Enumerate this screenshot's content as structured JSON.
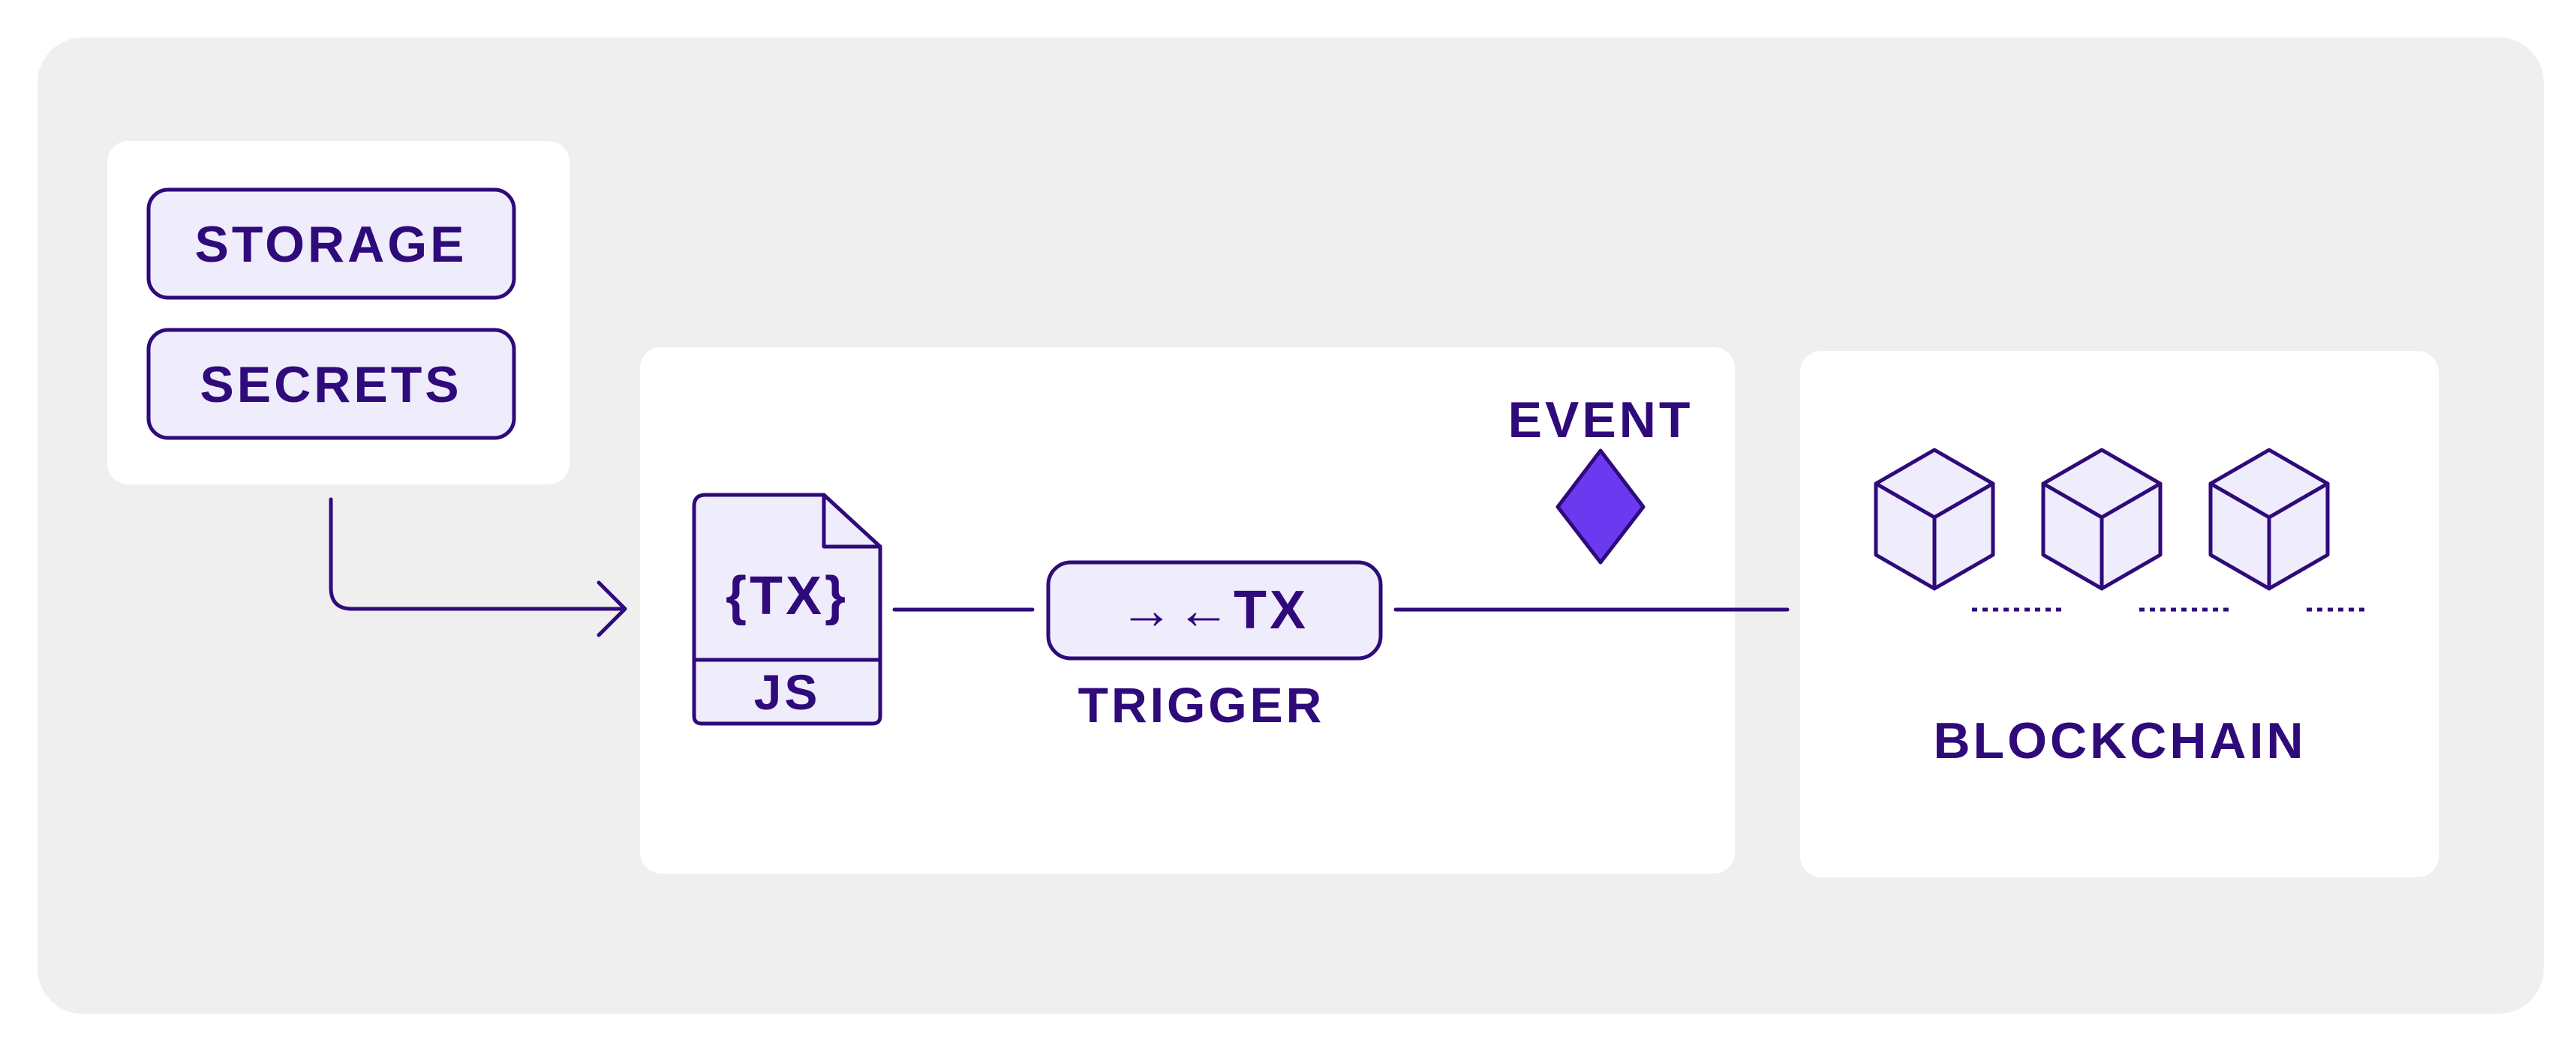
{
  "diagram": {
    "colors": {
      "ink": "#2f0a7a",
      "accent": "#6b3af0",
      "pill_fill": "#efecfc",
      "outer_bg": "#efefef",
      "panel_bg": "#ffffff"
    },
    "config": {
      "storage_label": "STORAGE",
      "secrets_label": "SECRETS"
    },
    "runtime": {
      "script_code_label": "{TX}",
      "script_lang_label": "JS",
      "trigger_badge_label": "→←TX",
      "trigger_label": "TRIGGER",
      "event_label": "EVENT",
      "event_icon": "diamond-icon",
      "script_icon": "file-icon"
    },
    "chain": {
      "label": "BLOCKCHAIN",
      "block_icon": "cube-icon",
      "block_count": 3
    }
  }
}
